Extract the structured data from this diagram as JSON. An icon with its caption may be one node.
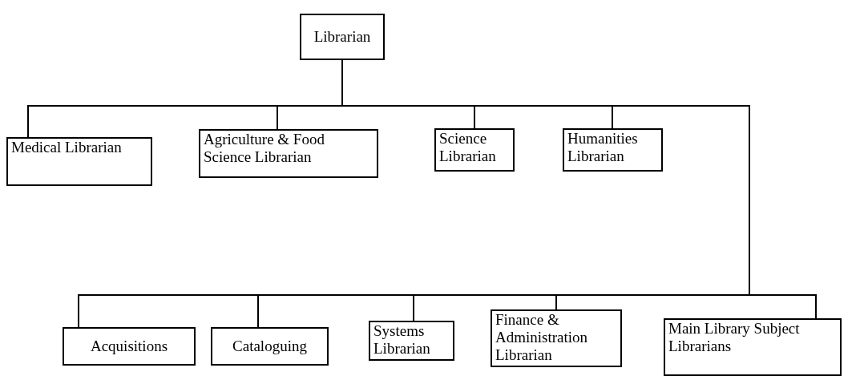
{
  "diagram": {
    "nodes": [
      {
        "text": [
          "Librarian"
        ]
      },
      {
        "text": [
          "Medical Librarian"
        ]
      },
      {
        "text": [
          "Agriculture & Food Science Librarian"
        ]
      },
      {
        "text": [
          "Science Librarian"
        ]
      },
      {
        "text": [
          "Humanities Librarian"
        ]
      },
      {
        "text": [
          "Acquisitions"
        ]
      },
      {
        "text": [
          "Cataloguing"
        ]
      },
      {
        "text": [
          "Systems Librarian"
        ]
      },
      {
        "text": [
          "Finance & Administration Librarian"
        ]
      },
      {
        "text": [
          "Main Library Subject Librarians"
        ]
      }
    ],
    "edges": [
      {
        "from": 0,
        "to": 1,
        "arrow": "none"
      },
      {
        "from": 0,
        "to": 2,
        "arrow": "none"
      },
      {
        "from": 0,
        "to": 3,
        "arrow": "none"
      },
      {
        "from": 0,
        "to": 4,
        "arrow": "none"
      },
      {
        "from": 0,
        "to": 5,
        "arrow": "none"
      },
      {
        "from": 0,
        "to": 6,
        "arrow": "none"
      },
      {
        "from": 0,
        "to": 7,
        "arrow": "none"
      },
      {
        "from": 0,
        "to": 8,
        "arrow": "none"
      },
      {
        "from": 0,
        "to": 9,
        "arrow": "none"
      }
    ]
  }
}
